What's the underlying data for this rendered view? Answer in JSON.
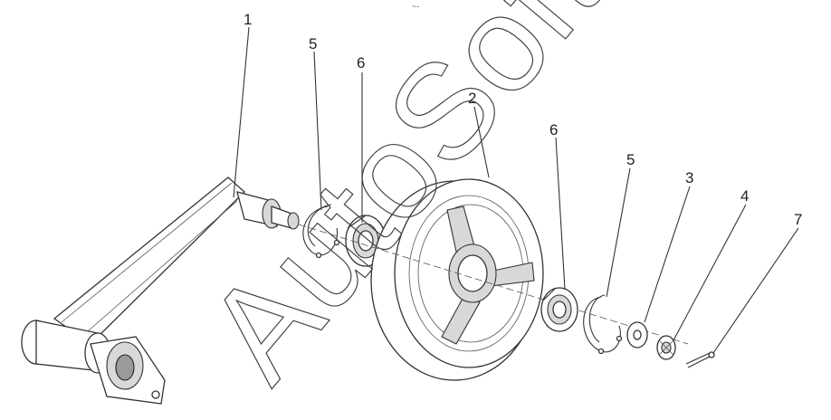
{
  "watermark": "AutoSoft",
  "callouts": [
    {
      "id": "callout-1",
      "text": "1"
    },
    {
      "id": "callout-5-left",
      "text": "5"
    },
    {
      "id": "callout-6-left",
      "text": "6"
    },
    {
      "id": "callout-2",
      "text": "2"
    },
    {
      "id": "callout-6-right",
      "text": "6"
    },
    {
      "id": "callout-5-right",
      "text": "5"
    },
    {
      "id": "callout-3",
      "text": "3"
    },
    {
      "id": "callout-4",
      "text": "4"
    },
    {
      "id": "callout-7",
      "text": "7"
    }
  ]
}
